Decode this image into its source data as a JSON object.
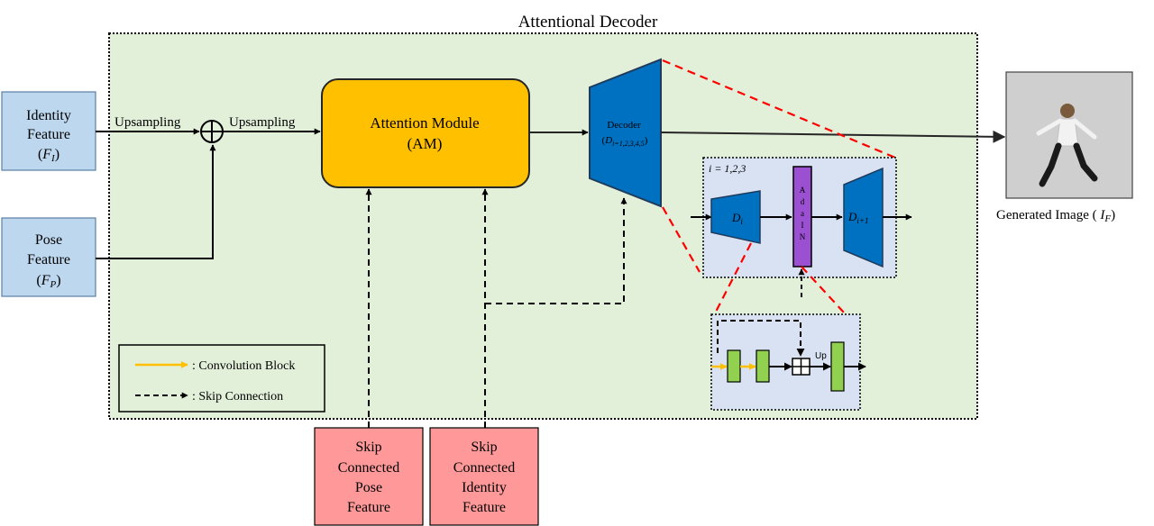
{
  "title": "Attentional Decoder",
  "inputs": {
    "identity": {
      "line1": "Identity",
      "line2": "Feature",
      "sym": "F",
      "sub": "I"
    },
    "pose": {
      "line1": "Pose",
      "line2": "Feature",
      "sym": "F",
      "sub": "P"
    }
  },
  "edges": {
    "upsampling1": "Upsampling",
    "upsampling2": "Upsampling"
  },
  "attention_module": {
    "line1": "Attention Module",
    "line2": "(AM)"
  },
  "decoder": {
    "label": "Decoder",
    "sym": "D",
    "sub": "i=1,2,3,4,5"
  },
  "inset": {
    "index_label": "i = 1,2,3",
    "block_in": {
      "sym": "D",
      "sub": "i"
    },
    "block_out": {
      "sym": "D",
      "sub": "i+1"
    },
    "adain": [
      "A",
      "d",
      "a",
      "I",
      "N"
    ]
  },
  "subblock": {
    "up_label": "Up"
  },
  "legend": {
    "conv": ": Convolution Block",
    "skip": ": Skip Connection"
  },
  "bottom_inputs": {
    "pose": [
      "Skip",
      "Connected",
      "Pose",
      "Feature"
    ],
    "identity": [
      "Skip",
      "Connected",
      "Identity",
      "Feature"
    ]
  },
  "output": {
    "label": "Generated Image ( ",
    "sym": "I",
    "sub": "F",
    "close": ")"
  },
  "colors": {
    "panel_bg": "#e2efd9",
    "input_blue": "#bdd7ee",
    "attention_yellow": "#ffc000",
    "decoder_blue": "#0070c0",
    "adain_purple": "#9b4fd1",
    "conv_green": "#92d050",
    "skip_pink": "#ff9999",
    "dashed_red": "#ff0000",
    "inset_bg": "#d9e2f3",
    "arrow_orange": "#ffc000"
  }
}
